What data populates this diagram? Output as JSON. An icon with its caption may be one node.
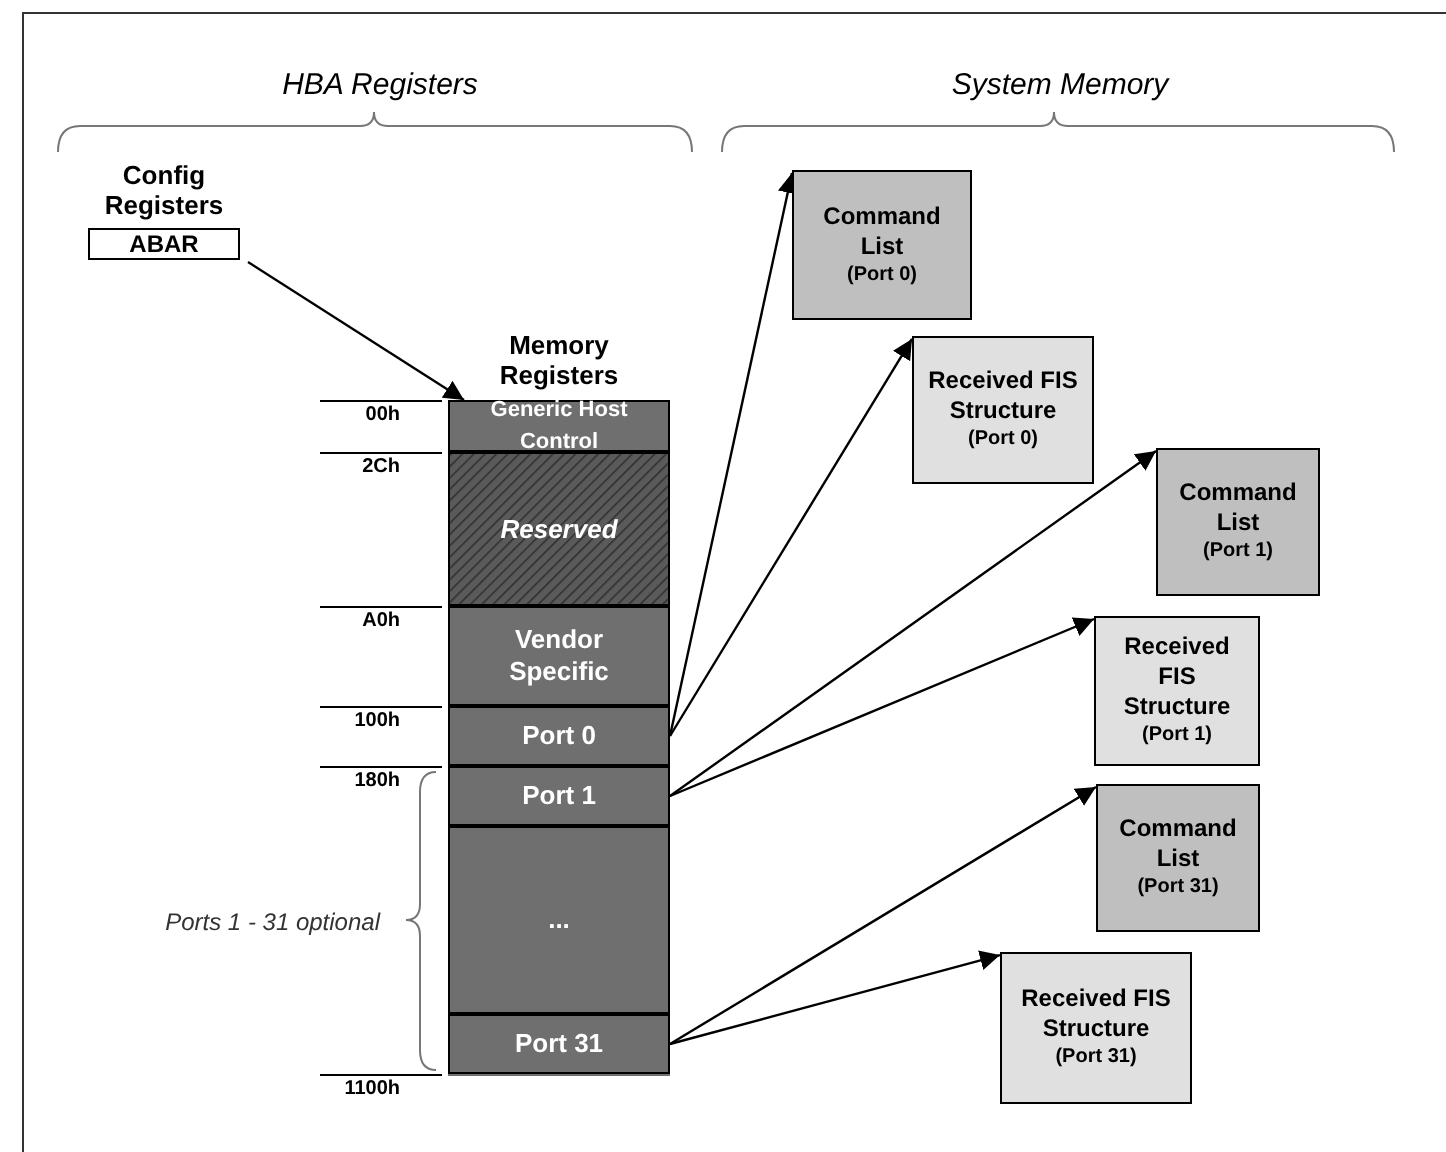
{
  "diagram": {
    "nodes": [
      {
        "text": [
          "Config Registers",
          "ABAR"
        ]
      },
      {
        "text": [
          "Memory Registers"
        ]
      },
      {
        "text": [
          "Generic Host Control"
        ],
        "in": 1,
        "beside": [
          "00h"
        ]
      },
      {
        "text": [
          "Reserved"
        ],
        "in": 1,
        "beside": [
          "2Ch"
        ]
      },
      {
        "text": [
          "Vendor Specific"
        ],
        "in": 1,
        "beside": [
          "A0h"
        ]
      },
      {
        "text": [
          "Port 0"
        ],
        "in": 1,
        "beside": [
          "100h"
        ]
      },
      {
        "text": [
          "Port 1"
        ],
        "in": 1,
        "beside": [
          "180h"
        ]
      },
      {
        "text": [
          "..."
        ],
        "in": 1
      },
      {
        "text": [
          "Port 31"
        ],
        "in": 1,
        "beside": [
          "1100h"
        ]
      },
      {
        "text": [
          "Command List",
          "(Port 0)"
        ]
      },
      {
        "text": [
          "Received FIS Structure",
          "(Port 0)"
        ]
      },
      {
        "text": [
          "Command List",
          "(Port 1)"
        ]
      },
      {
        "text": [
          "Received FIS Structure",
          "(Port 1)"
        ]
      },
      {
        "text": [
          "Command List",
          "(Port 31)"
        ]
      },
      {
        "text": [
          "Received FIS Structure",
          "(Port 31)"
        ]
      }
    ],
    "edges": [
      {
        "from": 0,
        "to": 1,
        "arrow": "to"
      },
      {
        "from": 5,
        "to": 9,
        "arrow": "to"
      },
      {
        "from": 5,
        "to": 10,
        "arrow": "to"
      },
      {
        "from": 6,
        "to": 11,
        "arrow": "to"
      },
      {
        "from": 6,
        "to": 12,
        "arrow": "to"
      },
      {
        "from": 8,
        "to": 13,
        "arrow": "to"
      },
      {
        "from": 8,
        "to": 14,
        "arrow": "to"
      }
    ],
    "labels": [
      "HBA Registers",
      "System Memory",
      "Ports 1 - 31 optional"
    ]
  }
}
